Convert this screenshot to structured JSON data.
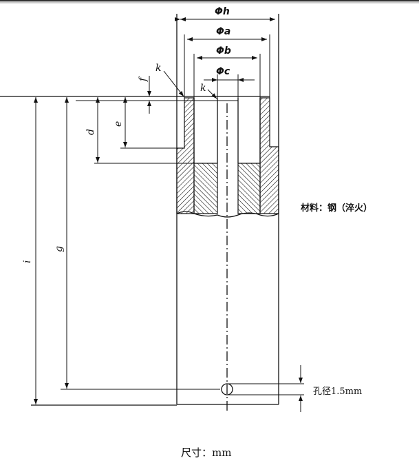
{
  "labels": {
    "phi_h": "Φh",
    "phi_a": "Φa",
    "phi_b": "Φb",
    "phi_c": "Φc",
    "k_outer": "k",
    "k_inner": "k",
    "f": "f",
    "e": "e",
    "d": "d",
    "g": "g",
    "i": "i"
  },
  "material": "材料：钢（淬火）",
  "hole_note": "孔径1.5mm",
  "units_note": "尺寸：mm"
}
